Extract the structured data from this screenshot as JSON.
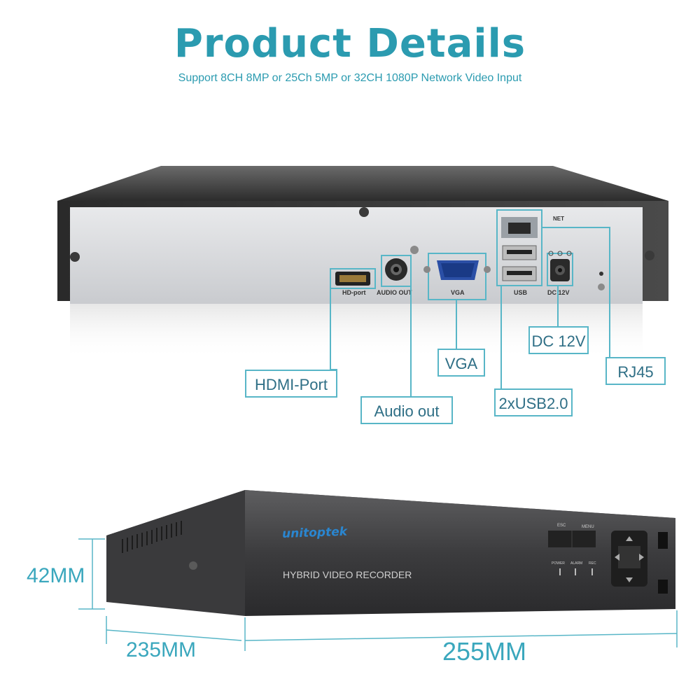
{
  "header": {
    "title": "Product  Details",
    "subtitle": "Support 8CH 8MP or 25Ch 5MP or 32CH 1080P Network Video Input"
  },
  "rear_panel": {
    "port_labels": {
      "hd_port": "HD-port",
      "audio_out": "AUDIO OUT",
      "vga": "VGA",
      "usb": "USB",
      "dc": "DC 12V",
      "net": "NET"
    },
    "callouts": {
      "hdmi": "HDMI-Port",
      "audio": "Audio out",
      "vga": "VGA",
      "usb": "2xUSB2.0",
      "dc": "DC 12V",
      "rj45": "RJ45"
    }
  },
  "front_panel": {
    "brand": "unitoptek",
    "model_text": "HYBRID VIDEO RECORDER",
    "button_labels": {
      "esc": "ESC",
      "menu": "MENU"
    },
    "led_labels": [
      "POWER",
      "ALARM",
      "REC"
    ]
  },
  "dimensions": {
    "height": "42MM",
    "depth": "235MM",
    "width": "255MM"
  },
  "colors": {
    "accent": "#2b9bb0",
    "callout_border": "#58b6c7"
  }
}
